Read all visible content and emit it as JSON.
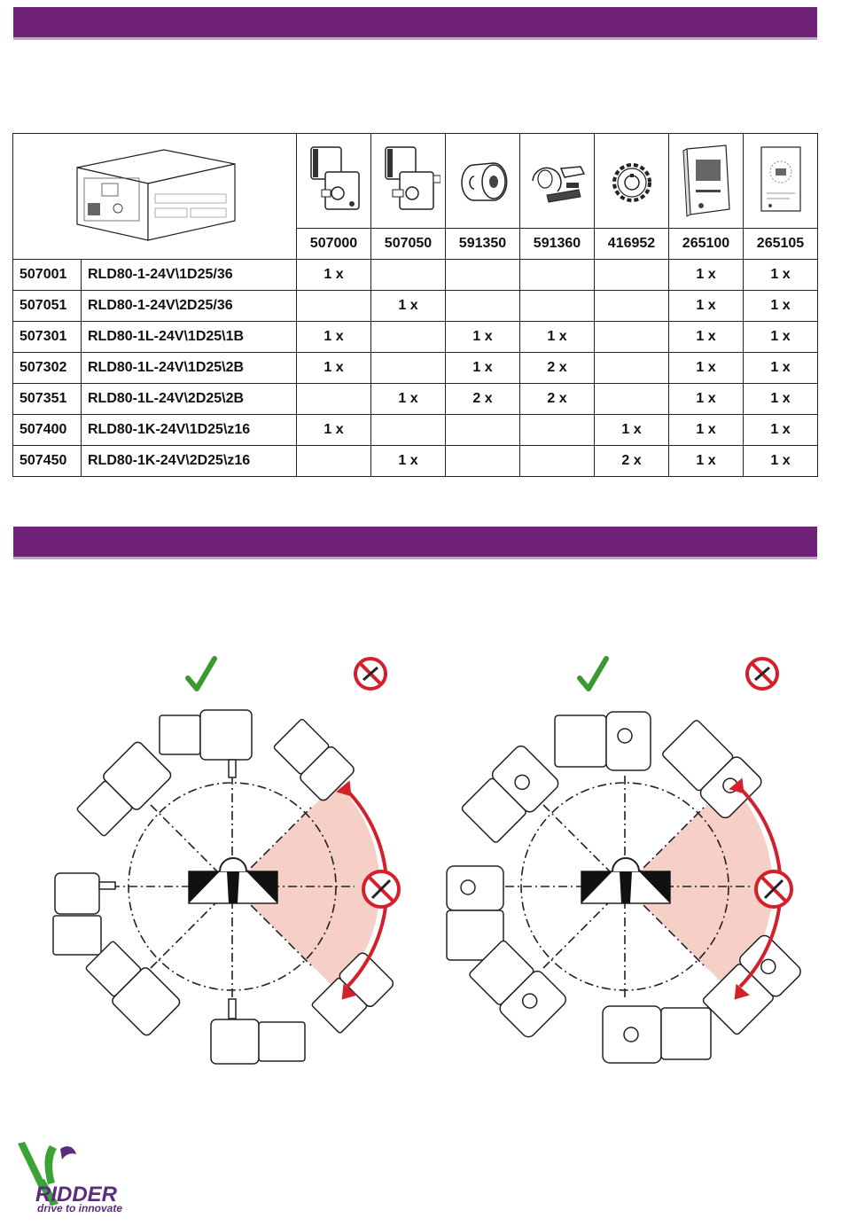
{
  "table": {
    "part_numbers": [
      "507000",
      "507050",
      "591350",
      "591360",
      "416952",
      "265100",
      "265105"
    ],
    "rows": [
      {
        "code": "507001",
        "name": "RLD80-1-24V\\1D25/36",
        "qty": [
          "1 x",
          "",
          "",
          "",
          "",
          "1 x",
          "1 x"
        ]
      },
      {
        "code": "507051",
        "name": "RLD80-1-24V\\2D25/36",
        "qty": [
          "",
          "1 x",
          "",
          "",
          "",
          "1 x",
          "1 x"
        ]
      },
      {
        "code": "507301",
        "name": "RLD80-1L-24V\\1D25\\1B",
        "qty": [
          "1 x",
          "",
          "1 x",
          "1 x",
          "",
          "1 x",
          "1 x"
        ]
      },
      {
        "code": "507302",
        "name": "RLD80-1L-24V\\1D25\\2B",
        "qty": [
          "1 x",
          "",
          "1 x",
          "2 x",
          "",
          "1 x",
          "1 x"
        ]
      },
      {
        "code": "507351",
        "name": "RLD80-1L-24V\\2D25\\2B",
        "qty": [
          "",
          "1 x",
          "2 x",
          "2 x",
          "",
          "1 x",
          "1 x"
        ]
      },
      {
        "code": "507400",
        "name": "RLD80-1K-24V\\1D25\\z16",
        "qty": [
          "1 x",
          "",
          "",
          "",
          "1 x",
          "1 x",
          "1 x"
        ]
      },
      {
        "code": "507450",
        "name": "RLD80-1K-24V\\2D25\\z16",
        "qty": [
          "",
          "1 x",
          "",
          "",
          "2 x",
          "1 x",
          "1 x"
        ]
      }
    ]
  },
  "colors": {
    "band": "#6f2278",
    "check": "#3b9a2f",
    "forbidden": "#d4202a",
    "zone": "#f6cfc6",
    "brand_text": "#5c2a7e",
    "brand_green": "#3aa335"
  },
  "logo": {
    "name": "RIDDER",
    "tagline": "drive to innovate"
  }
}
